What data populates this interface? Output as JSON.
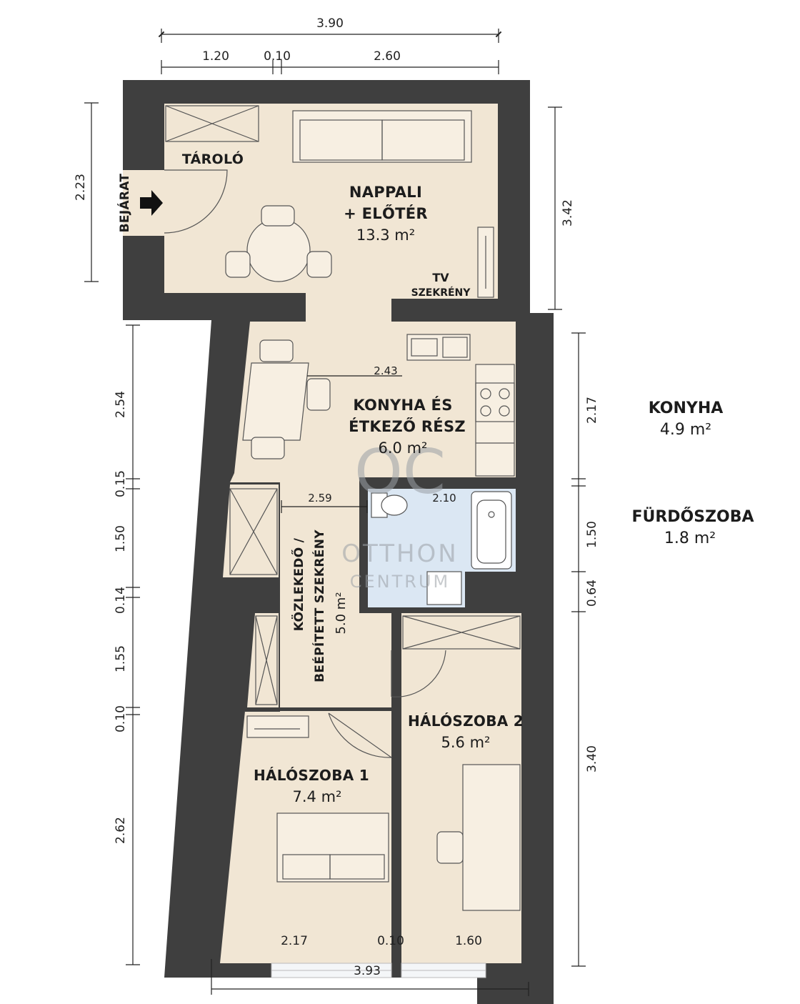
{
  "dimensions": {
    "top_total": "3.90",
    "top_a": "1.20",
    "top_b": "0.10",
    "top_c": "2.60",
    "left_entry": "2.23",
    "left_1": "2.54",
    "left_2": "0.15",
    "left_3": "1.50",
    "left_4": "0.14",
    "left_5": "1.55",
    "left_6": "0.10",
    "left_7": "2.62",
    "right_1": "3.42",
    "right_2": "2.17",
    "right_3": "1.50",
    "right_4": "0.64",
    "right_5": "3.40",
    "bottom_a": "2.17",
    "bottom_b": "0.10",
    "bottom_c": "1.60",
    "bottom_total": "3.93",
    "inner_kitchen": "2.43",
    "inner_corridor": "2.59",
    "inner_bath": "2.10"
  },
  "rooms": {
    "storage": "TÁROLÓ",
    "entrance": "BEJÁRAT",
    "living_line1": "NAPPALI",
    "living_line2": "+ ELŐTÉR",
    "living_area": "13.3 m²",
    "tv_line1": "TV",
    "tv_line2": "SZEKRÉNY",
    "kitchen_line1": "KONYHA ÉS",
    "kitchen_line2": "ÉTKEZŐ RÉSZ",
    "kitchen_area": "6.0 m²",
    "corridor_line1": "KÖZLEKEDŐ /",
    "corridor_line2": "BEÉPÍTETT SZEKRÉNY",
    "corridor_area": "5.0 m²",
    "bed1": "HÁLÓSZOBA 1",
    "bed1_area": "7.4 m²",
    "bed2": "HÁLÓSZOBA 2",
    "bed2_area": "5.6 m²"
  },
  "side_labels": {
    "kitchen": "KONYHA",
    "kitchen_area": "4.9 m²",
    "bath": "FÜRDŐSZOBA",
    "bath_area": "1.8 m²"
  },
  "watermark": {
    "logo": "OC",
    "line1": "OTTHON",
    "line2": "CENTRUM"
  },
  "colors": {
    "wall": "#3f3f3f",
    "floor": "#f1e6d4",
    "bath_floor": "#dbe7f3",
    "dim_line": "#222222"
  }
}
